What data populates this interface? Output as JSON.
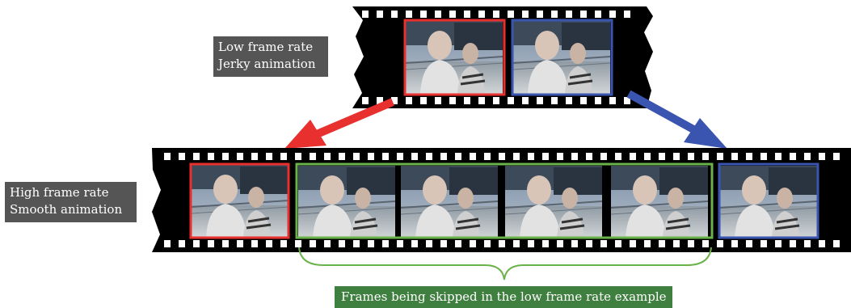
{
  "labels": {
    "low_frame_rate": {
      "line1": "Low frame rate",
      "line2": "Jerky animation"
    },
    "high_frame_rate": {
      "line1": "High frame rate",
      "line2": "Smooth animation"
    },
    "skipped": "Frames being skipped in the low frame rate example"
  },
  "colors": {
    "film": "#000000",
    "sprocket": "#ffffff",
    "kept_frame_1": "#e8302f",
    "kept_frame_2": "#3a55b0",
    "skipped_frames": "#6ab24a",
    "label_bg": "#555555",
    "skip_label_bg": "#3f7f3f"
  },
  "strips": {
    "low": {
      "frames": [
        "red",
        "blue"
      ]
    },
    "high": {
      "frames": [
        "red",
        "green",
        "green",
        "green",
        "green",
        "blue"
      ]
    }
  }
}
